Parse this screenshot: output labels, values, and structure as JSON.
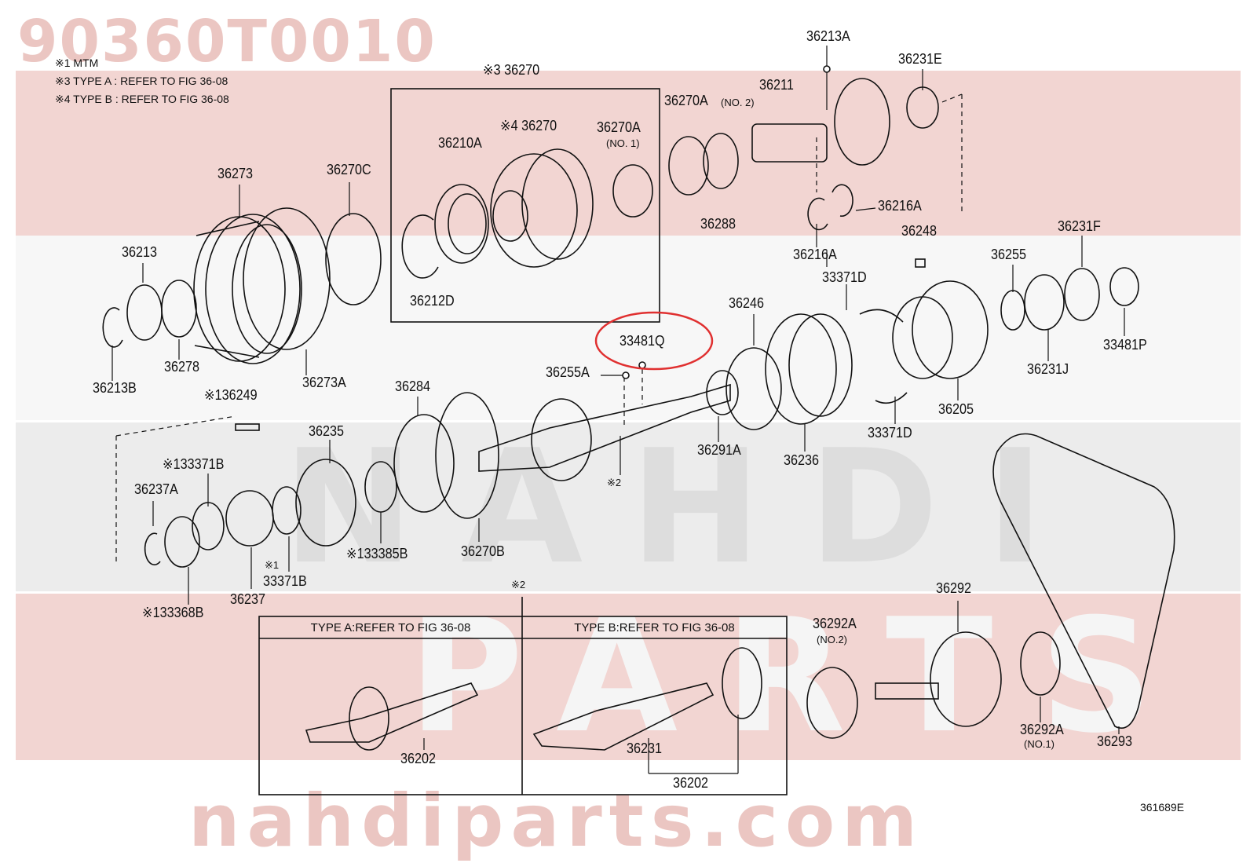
{
  "watermark": {
    "part_number": "90360T0010",
    "site": "nahdiparts.com",
    "brand_latin": "NAHDI",
    "brand_latin2": "PARTS"
  },
  "notes": [
    "※1  MTM",
    "※3  TYPE A : REFER TO FIG 36-08",
    "※4  TYPE B : REFER TO FIG 36-08"
  ],
  "figure_id": "361689E",
  "highlight_color": "#e03030",
  "inset_boxes": {
    "type_a_title": "TYPE A:REFER TO FIG 36-08",
    "type_b_title": "TYPE B:REFER TO FIG 36-08",
    "mark": "※2"
  },
  "labels": {
    "l36213A": "36213A",
    "l36231E": "36231E",
    "l36270top": "※3 36270",
    "l36211": "36211",
    "l36270A2": "36270A",
    "l36270A2n": "(NO. 2)",
    "l36270_4": "※4 36270",
    "l36270A1": "36270A",
    "l36270A1n": "(NO. 1)",
    "l36210A": "36210A",
    "l36273": "36273",
    "l36270C": "36270C",
    "l36288": "36288",
    "l36216A_r": "36216A",
    "l36216A_b": "36216A",
    "l36248": "36248",
    "l36231F": "36231F",
    "l36213": "36213",
    "l36255": "36255",
    "l33371D_t": "33371D",
    "l36212D": "36212D",
    "l36246": "36246",
    "l33481Q": "33481Q",
    "l33481P": "33481P",
    "l36278": "36278",
    "l36213B": "36213B",
    "l36273A": "36273A",
    "l36255A": "36255A",
    "l36231J": "36231J",
    "l36205": "36205",
    "l36249": "※136249",
    "l36284": "36284",
    "l36291A": "36291A",
    "l33371D_b": "33371D",
    "l36235": "36235",
    "l33371B_t": "※133371B",
    "l36236": "36236",
    "l36237A": "36237A",
    "l2mark": "※2",
    "l33385B": "※133385B",
    "l36270B": "36270B",
    "l33371B_b1": "※1",
    "l33371B_b": "33371B",
    "l36237": "36237",
    "l33368B": "※133368B",
    "l2mark2": "※2",
    "l36292": "36292",
    "l36292A_t": "36292A",
    "l36292A_tn": "(NO.2)",
    "l36202a": "36202",
    "l36231": "36231",
    "l36202b": "36202",
    "l36292A_b": "36292A",
    "l36292A_bn": "(NO.1)",
    "l36293": "36293"
  }
}
